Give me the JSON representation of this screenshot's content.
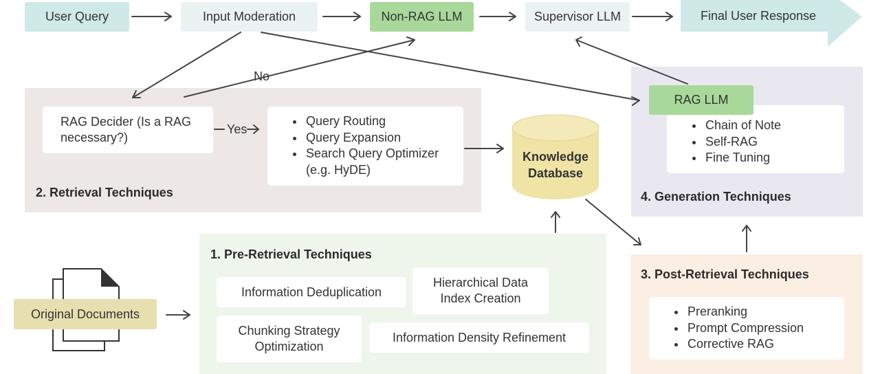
{
  "top": {
    "user_query": "User Query",
    "input_moderation": "Input Moderation",
    "non_rag_llm": "Non-RAG LLM",
    "supervisor_llm": "Supervisor LLM",
    "final_user_response": "Final User Response"
  },
  "edge_labels": {
    "no": "No",
    "yes": "Yes"
  },
  "retrieval": {
    "title": "2. Retrieval Techniques",
    "rag_decider": "RAG Decider (Is a RAG necessary?)",
    "items": [
      "Query Routing",
      "Query Expansion",
      "Search Query Optimizer (e.g. HyDE)"
    ]
  },
  "knowledge_db": "Knowledge Database",
  "generation": {
    "title": "4. Generation Techniques",
    "rag_llm": "RAG LLM",
    "items": [
      "Chain of Note",
      "Self-RAG",
      "Fine Tuning"
    ]
  },
  "pre_retrieval": {
    "title": "1. Pre-Retrieval Techniques",
    "info_dedup": "Information Deduplication",
    "hier_index": "Hierarchical Data Index Creation",
    "chunking": "Chunking Strategy Optimization",
    "density": "Information Density Refinement"
  },
  "post_retrieval": {
    "title": "3. Post-Retrieval Techniques",
    "items": [
      "Preranking",
      "Prompt Compression",
      "Corrective RAG"
    ]
  },
  "original_documents": "Original Documents",
  "colors": {
    "teal": "#cfe9e8",
    "mint": "#eaf3f2",
    "green": "#a8d89a",
    "gray_region": "#ede8e6",
    "lavender_region": "#e9e8f0",
    "green_region": "#eef5ea",
    "peach_region": "#fbeee2",
    "db_yellow": "#efe3a6",
    "doc_yellow": "#e8dfb0",
    "arrow": "#444444"
  }
}
